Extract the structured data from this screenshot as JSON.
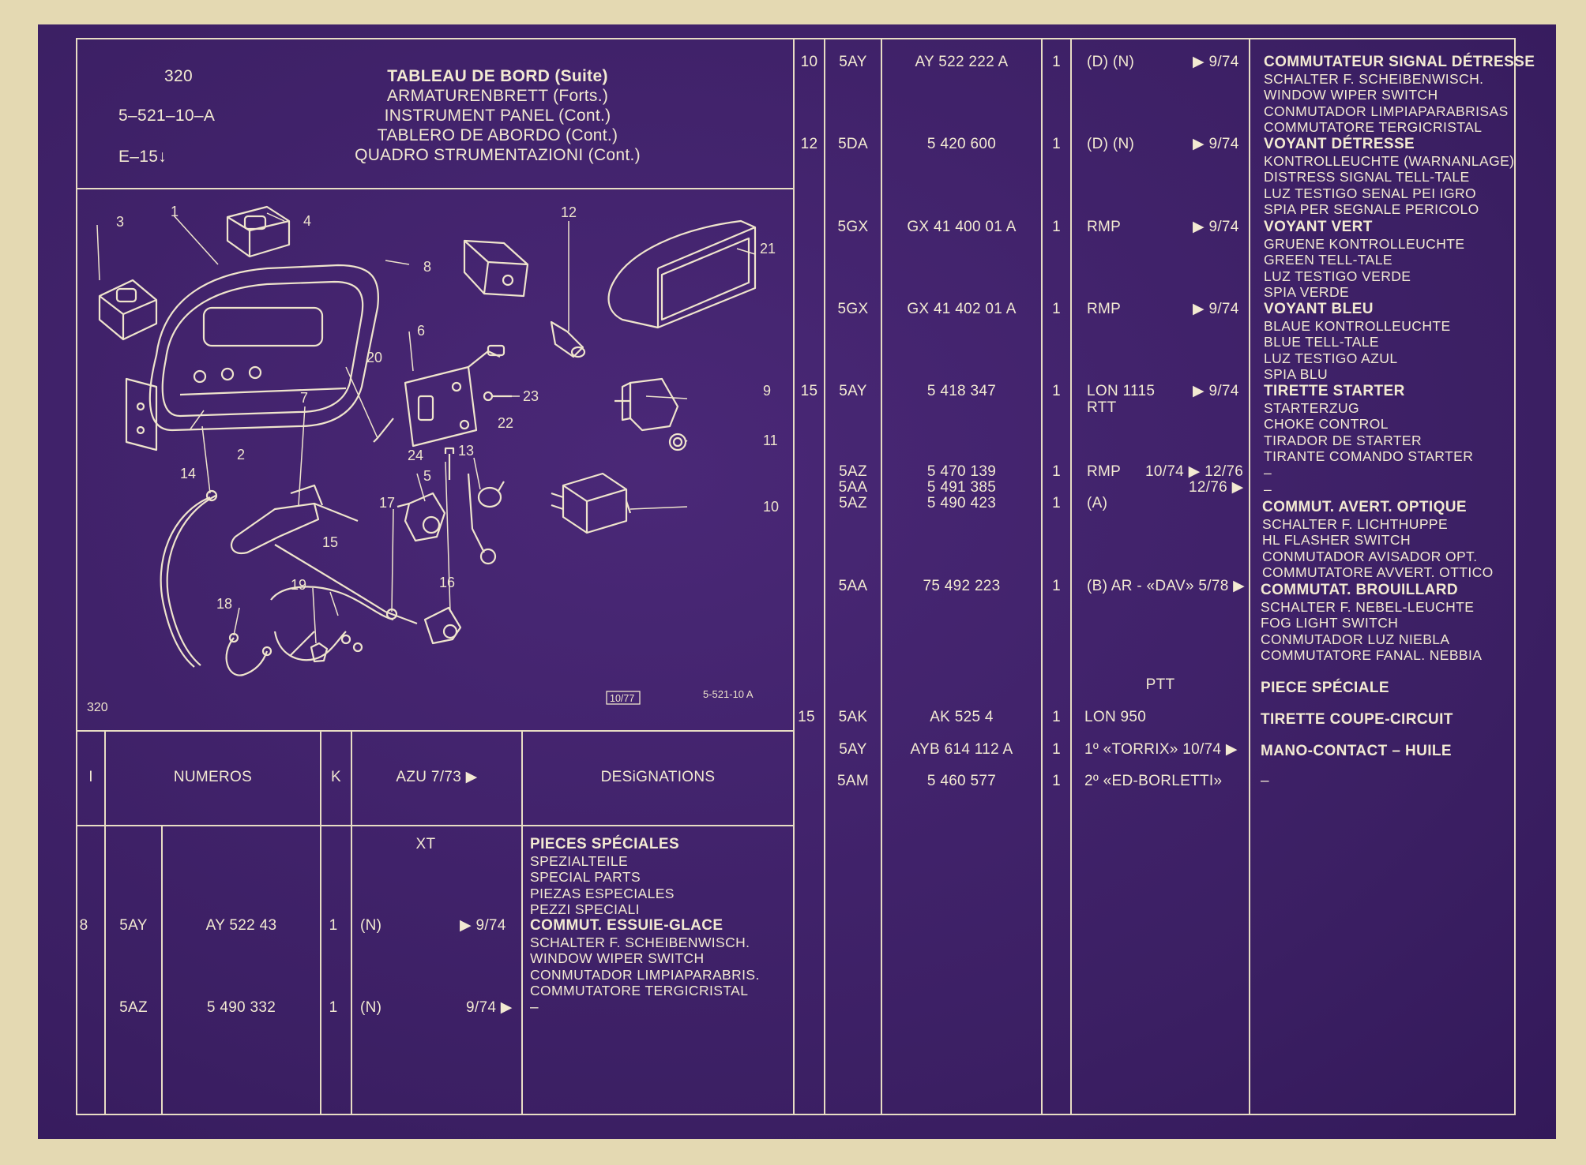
{
  "header": {
    "page_no": "320",
    "ref_code": "5–521–10–A",
    "range": "E–15↓",
    "titles": [
      "TABLEAU DE BORD (Suite)",
      "ARMATURENBRETT (Forts.)",
      "INSTRUMENT PANEL (Cont.)",
      "TABLERO DE ABORDO (Cont.)",
      "QUADRO STRUMENTAZIONI (Cont.)"
    ]
  },
  "diagram": {
    "callouts": [
      "1",
      "2",
      "3",
      "4",
      "5",
      "6",
      "7",
      "8",
      "9",
      "10",
      "11",
      "12",
      "13",
      "14",
      "15",
      "16",
      "17",
      "18",
      "19",
      "20",
      "21",
      "22",
      "23",
      "24"
    ],
    "footer_left": "320",
    "footer_date": "10/77",
    "footer_ref": "5-521-10 A"
  },
  "table_header": {
    "col_i": "I",
    "col_numeros": "NUMEROS",
    "col_k": "K",
    "col_azu": "AZU 7/73 ▶",
    "col_designations": "DESiGNATIONS"
  },
  "left_body": {
    "xt": "XT",
    "section_title": "PIECES SPÉCIALES",
    "section_lines": [
      "SPEZIALTEILE",
      "SPECIAL PARTS",
      "PIEZAS ESPECIALES",
      "PEZZI SPECIALI"
    ],
    "rows": [
      {
        "i": "8",
        "code": "5AY",
        "num": "AY  522  43",
        "k": "1",
        "mod": "(N)",
        "date": "▶ 9/74",
        "title": "COMMUT. ESSUIE-GLACE",
        "lines": [
          "SCHALTER F. SCHEIBENWISCH.",
          "WINDOW WIPER SWITCH",
          "CONMUTADOR LIMPIAPARABRIS.",
          "COMMUTATORE TERGICRISTAL"
        ]
      },
      {
        "i": "",
        "code": "5AZ",
        "num": "5  490  332",
        "k": "1",
        "mod": "(N)",
        "date": "9/74 ▶",
        "title": "–",
        "lines": []
      }
    ]
  },
  "right_rows": [
    {
      "i": "10",
      "code": "5AY",
      "num": "AY  522  222  A",
      "k": "1",
      "mod": "(D) (N)",
      "date": "▶ 9/74",
      "title": "COMMUTATEUR SIGNAL DÉTRESSE",
      "lines": [
        "SCHALTER F. SCHEIBENWISCH.",
        "WINDOW WIPER SWITCH",
        "CONMUTADOR LIMPIAPARABRISAS",
        "COMMUTATORE TERGICRISTAL"
      ]
    },
    {
      "i": "12",
      "code": "5DA",
      "num": "5  420  600",
      "k": "1",
      "mod": "(D) (N)",
      "date": "▶ 9/74",
      "title": "VOYANT DÉTRESSE",
      "lines": [
        "KONTROLLEUCHTE (WARNANLAGE)",
        "DISTRESS SIGNAL TELL-TALE",
        "LUZ TESTIGO SENAL PEI IGRO",
        "SPIA PER SEGNALE PERICOLO"
      ]
    },
    {
      "i": "",
      "code": "5GX",
      "num": "GX  41  400  01  A",
      "k": "1",
      "mod": "RMP",
      "date": "▶ 9/74",
      "title": "VOYANT VERT",
      "lines": [
        "GRUENE KONTROLLEUCHTE",
        "GREEN TELL-TALE",
        "LUZ TESTIGO VERDE",
        "SPIA VERDE"
      ]
    },
    {
      "i": "",
      "code": "5GX",
      "num": "GX  41  402  01  A",
      "k": "1",
      "mod": "RMP",
      "date": "▶ 9/74",
      "title": "VOYANT BLEU",
      "lines": [
        "BLAUE KONTROLLEUCHTE",
        "BLUE TELL-TALE",
        "LUZ TESTIGO AZUL",
        "SPIA BLU"
      ]
    },
    {
      "i": "15",
      "code": "5AY",
      "num": "5  418  347",
      "k": "1",
      "mod": "LON 1115",
      "mod2": "RTT",
      "date": "▶ 9/74",
      "title": "TIRETTE STARTER",
      "lines": [
        "STARTERZUG",
        "CHOKE CONTROL",
        "TIRADOR DE STARTER",
        "TIRANTE COMANDO STARTER",
        "–",
        "–"
      ]
    },
    {
      "i": "",
      "code": "5AZ",
      "code2": "5AA",
      "code3": "5AZ",
      "num": "5  470  139",
      "num2": "5  491  385",
      "num3": "5  490  423",
      "k": "1",
      "k3": "1",
      "mod": "RMP",
      "date": "10/74 ▶ 12/76",
      "date2": "12/76 ▶",
      "mod3": "(A)",
      "title": "COMMUT. AVERT. OPTIQUE",
      "lines": [
        "SCHALTER F. LICHTHUPPE",
        "HL FLASHER SWITCH",
        "CONMUTADOR AVISADOR OPT.",
        "COMMUTATORE AVVERT. OTTICO"
      ]
    },
    {
      "i": "",
      "code": "5AA",
      "num": "75  492  223",
      "k": "1",
      "mod": "(B) AR - «DAV» 5/78 ▶",
      "date": "",
      "title": "COMMUTAT. BROUILLARD",
      "lines": [
        "SCHALTER F. NEBEL-LEUCHTE",
        "FOG LIGHT SWITCH",
        "CONMUTADOR LUZ NIEBLA",
        "COMMUTATORE FANAL. NEBBIA"
      ]
    },
    {
      "i": "",
      "code": "",
      "num": "",
      "k": "",
      "mod": "PTT",
      "date": "",
      "title": "PIECE SPÉCIALE",
      "lines": []
    },
    {
      "i": "15",
      "code": "5AK",
      "num": "AK  525      4",
      "k": "1",
      "mod": "LON 950",
      "date": "",
      "title": "TIRETTE COUPE-CIRCUIT",
      "lines": []
    },
    {
      "i": "",
      "code": "5AY",
      "num": "AYB  614  112  A",
      "k": "1",
      "mod": "1º «TORRIX» 10/74 ▶",
      "date": "",
      "title": "MANO-CONTACT – HUILE",
      "lines": []
    },
    {
      "i": "",
      "code": "5AM",
      "num": "5  460  577",
      "k": "1",
      "mod": "2º «ED-BORLETTI»",
      "date": "",
      "title": "–",
      "lines": []
    }
  ]
}
